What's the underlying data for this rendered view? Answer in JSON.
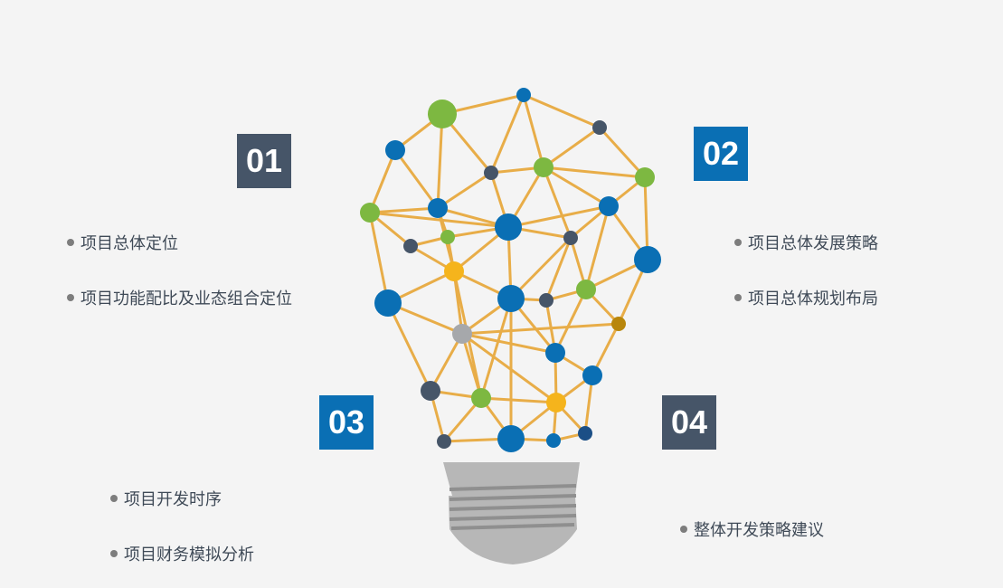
{
  "sections": [
    {
      "number": "01",
      "items": [
        "项目总体定位",
        "项目功能配比及业态组合定位"
      ]
    },
    {
      "number": "02",
      "items": [
        "项目总体发展策略",
        "项目总体规划布局"
      ]
    },
    {
      "number": "03",
      "items": [
        "项目开发时序",
        "项目财务模拟分析"
      ]
    },
    {
      "number": "04",
      "items": [
        "整体开发策略建议"
      ]
    }
  ],
  "colors": {
    "background": "#f4f4f4",
    "badge_dark": "#465568",
    "badge_blue": "#0a6fb4",
    "network_line": "#e8ad48",
    "node_blue": "#0a6fb4",
    "node_green": "#7db841",
    "node_dark": "#465568",
    "node_yellow": "#f5b41c",
    "node_gray": "#a6a8ab",
    "node_gold": "#b8860b",
    "node_navy": "#1b4f86",
    "bulb_base": "#b7b7b7"
  },
  "icons": [
    "lightbulb-network-icon"
  ]
}
